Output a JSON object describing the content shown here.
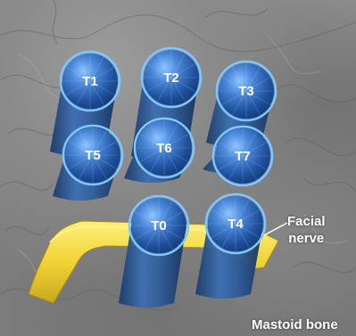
{
  "labels": {
    "facial_nerve_line1": "Facial",
    "facial_nerve_line2": "nerve",
    "mastoid_bone": "Mastoid bone"
  },
  "trajectories": [
    {
      "id": "T1",
      "label": "T1"
    },
    {
      "id": "T2",
      "label": "T2"
    },
    {
      "id": "T3",
      "label": "T3"
    },
    {
      "id": "T5",
      "label": "T5"
    },
    {
      "id": "T6",
      "label": "T6"
    },
    {
      "id": "T7",
      "label": "T7"
    },
    {
      "id": "T0",
      "label": "T0"
    },
    {
      "id": "T4",
      "label": "T4"
    }
  ],
  "colors": {
    "drill_blue": "#3f78c8",
    "drill_rim": "#7ec8ff",
    "nerve_yellow": "#f2d93a",
    "bone_gray": "#808080"
  }
}
